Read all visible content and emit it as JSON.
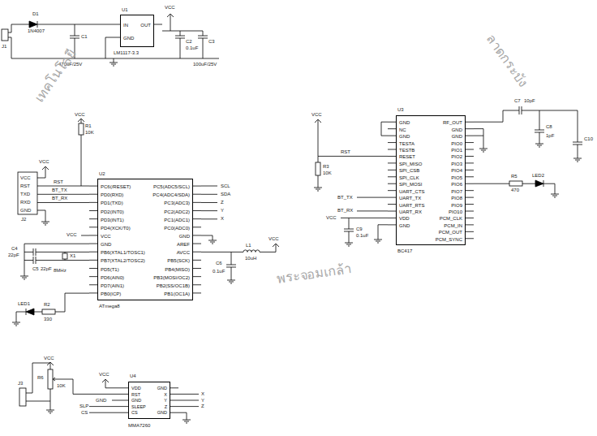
{
  "diagram": {
    "nodes": [
      {
        "text": [
          "IN",
          "GND",
          "OUT"
        ]
      },
      {
        "text": [
          "PC6(/RESET)",
          "PD0(RXD)",
          "PD1(TXD)",
          "PD2(INT0)",
          "PD3(INT1)",
          "PD4(XCK/T0)",
          "VCC",
          "GND",
          "PB6(XTAL1/TOSC1)",
          "PB7(XTAL2/TOSC2)",
          "PD5(T1)",
          "PD6(AIN0)",
          "PD7(AIN1)",
          "PB0(ICP)",
          "PC5(ADC5/SCL)",
          "PC4(ADC4/SDA)",
          "PC3(ADC3)",
          "PC2(ADC2)",
          "PC1(ADC1)",
          "PC0(ADC0)",
          "GND",
          "AREF",
          "AVCC",
          "PB5(SCK)",
          "PB4(MISO)",
          "PB3(MOSI/OC2)",
          "PB2(SS/OC1B)",
          "PB1(OC1A)"
        ]
      },
      {
        "text": [
          "GND",
          "NC",
          "GND",
          "TESTA",
          "TESTB",
          "RESET",
          "SPI_MISO",
          "SPI_CSB",
          "SPI_CLK",
          "SPI_MOSI",
          "UART_CTS",
          "UART_TX",
          "UART_RTS",
          "UART_RX",
          "VDD",
          "GND",
          "RF_OUT",
          "GND",
          "GND",
          "PIO0",
          "PIO1",
          "PIO2",
          "PIO3",
          "PIO4",
          "PIO5",
          "PIO6",
          "PIO7",
          "PIO8",
          "PIO9",
          "PIO10",
          "PCM_CLK",
          "PCM_IN",
          "PCM_OUT",
          "PCM_SYNC"
        ]
      },
      {
        "text": [
          "VDD",
          "RST",
          "GND",
          "SLEEP",
          "CS",
          "GND",
          "X",
          "Y",
          "Z",
          "GND"
        ]
      }
    ],
    "labels": [
      "J1",
      "D1",
      "1N4007",
      "C1",
      "470uF/25V",
      "U1",
      "LM1117-3.3",
      "VCC",
      "C2",
      "0.1uF",
      "C3",
      "100uF/25V",
      "VCC",
      "R1",
      "10K",
      "VCC",
      "RST",
      "TXD",
      "RXD",
      "GND",
      "J2",
      "VCC",
      "RST",
      "BT_TX",
      "BT_RX",
      "VCC",
      "C4",
      "22pF",
      "C5",
      "22pF",
      "X1",
      "8MHz",
      "LED1",
      "R2",
      "330",
      "U2",
      "ATmega8",
      "SCL",
      "SDA",
      "Z",
      "Y",
      "X",
      "L1",
      "10uH",
      "C6",
      "0.1uF",
      "VCC",
      "VCC",
      "RST",
      "R3",
      "10K",
      "BT_TX",
      "BT_RX",
      "VCC",
      "C9",
      "0.1uF",
      "U3",
      "BC417",
      "C7",
      "10pF",
      "C8",
      "1pF",
      "C10",
      "R5",
      "470",
      "LED2",
      "VCC",
      "R6",
      "10K",
      "J3",
      "VCC",
      "GND",
      "SLP",
      "CS",
      "U4",
      "MMA7260",
      "X",
      "Y",
      "Z",
      "เทคโนโลยี",
      "พระจอมเกล้า",
      "ลาดกระบัง"
    ]
  }
}
